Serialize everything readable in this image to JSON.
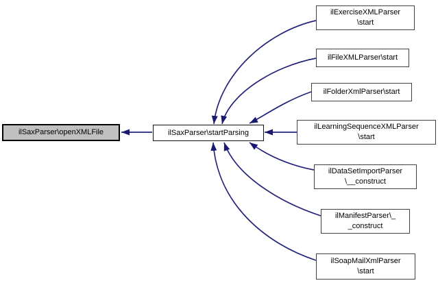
{
  "diagram": {
    "kind": "caller-graph",
    "colors": {
      "background": "#ffffff",
      "edge": "#22227a",
      "arrow": "#191970",
      "nodeFill": "#ffffff",
      "nodeBorder": "#404040",
      "highlightFill": "#c0c0c0",
      "highlightBorder": "#000000",
      "text": "#000000"
    },
    "nodes": {
      "target": {
        "lines": [
          "ilSaxParser\\openXMLFile"
        ],
        "highlighted": true
      },
      "hub": {
        "lines": [
          "ilSaxParser\\startParsing"
        ]
      },
      "callers": [
        {
          "lines": [
            "ilExerciseXMLParser",
            "\\start"
          ]
        },
        {
          "lines": [
            "ilFileXMLParser\\start"
          ]
        },
        {
          "lines": [
            "ilFolderXmlParser\\start"
          ]
        },
        {
          "lines": [
            "ilLearningSequenceXMLParser",
            "\\start"
          ]
        },
        {
          "lines": [
            "ilDataSetImportParser",
            "\\__construct"
          ]
        },
        {
          "lines": [
            "ilManifestParser\\_",
            "_construct"
          ]
        },
        {
          "lines": [
            "ilSoapMailXmlParser",
            "\\start"
          ]
        }
      ]
    },
    "edges": [
      {
        "from": "ilExerciseXMLParser\\start",
        "to": "ilSaxParser\\startParsing"
      },
      {
        "from": "ilFileXMLParser\\start",
        "to": "ilSaxParser\\startParsing"
      },
      {
        "from": "ilFolderXmlParser\\start",
        "to": "ilSaxParser\\startParsing"
      },
      {
        "from": "ilLearningSequenceXMLParser\\start",
        "to": "ilSaxParser\\startParsing"
      },
      {
        "from": "ilDataSetImportParser\\__construct",
        "to": "ilSaxParser\\startParsing"
      },
      {
        "from": "ilManifestParser\\__construct",
        "to": "ilSaxParser\\startParsing"
      },
      {
        "from": "ilSoapMailXmlParser\\start",
        "to": "ilSaxParser\\startParsing"
      },
      {
        "from": "ilSaxParser\\startParsing",
        "to": "ilSaxParser\\openXMLFile"
      }
    ]
  }
}
